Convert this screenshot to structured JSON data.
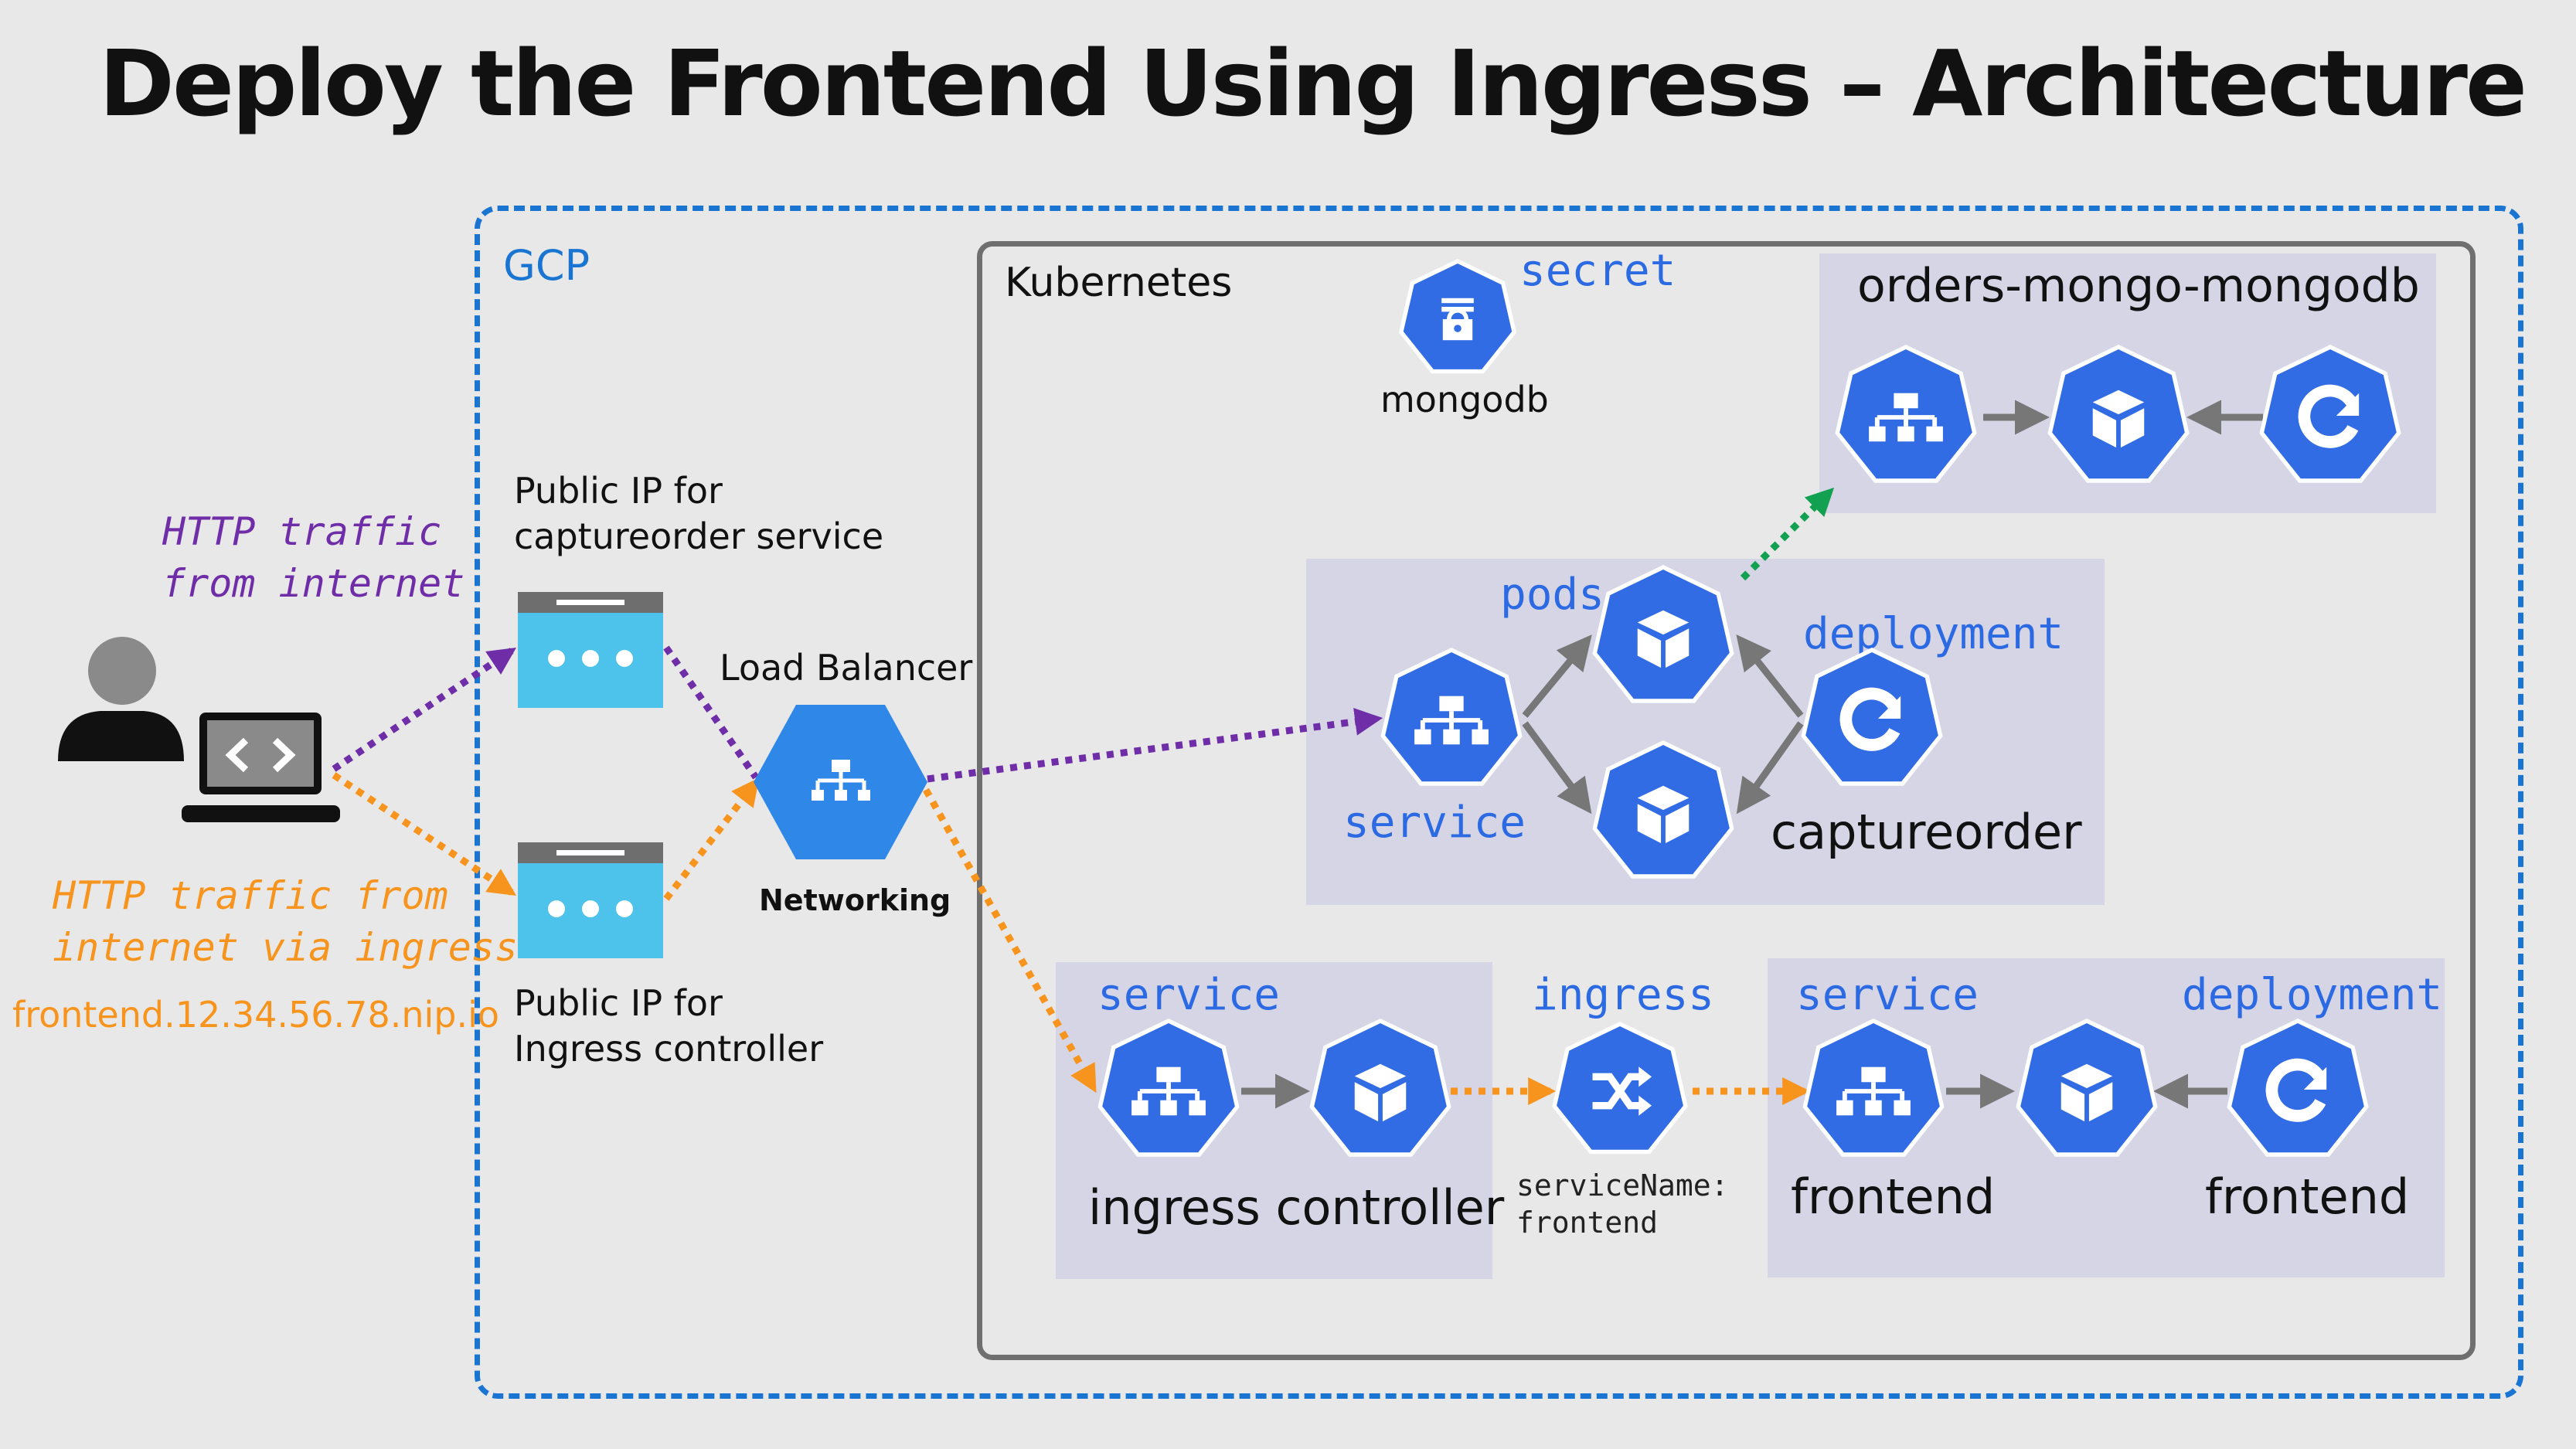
{
  "title": "Deploy the Frontend Using Ingress – Architecture",
  "gcp_label": "GCP",
  "kubernetes_label": "Kubernetes",
  "user": {
    "http_internet": [
      "HTTP traffic",
      "from internet"
    ],
    "http_ingress": [
      "HTTP traffic from",
      "internet via ingress"
    ],
    "host": "frontend.12.34.56.78.nip.io"
  },
  "public_ip_captureorder": [
    "Public IP for",
    "captureorder service"
  ],
  "public_ip_ingress": [
    "Public IP for",
    "Ingress controller"
  ],
  "load_balancer": {
    "label": "Load Balancer",
    "caption": "Networking"
  },
  "secret": {
    "kind": "secret",
    "name": "mongodb"
  },
  "mongo": {
    "title": "orders-mongo-mongodb"
  },
  "captureorder": {
    "pods_label": "pods",
    "deployment_label": "deployment",
    "service_label": "service",
    "name": "captureorder"
  },
  "ingress_controller": {
    "service_label": "service",
    "name": "ingress controller"
  },
  "ingress": {
    "label": "ingress",
    "service_name_line1": "serviceName:",
    "service_name_line2": "frontend"
  },
  "frontend": {
    "service_label": "service",
    "deployment_label": "deployment",
    "service_name": "frontend",
    "deployment_name": "frontend"
  },
  "colors": {
    "gcp_blue": "#1a75d2",
    "k8s_blue": "#326ce5",
    "purple": "#6f2da8",
    "orange": "#f7941d",
    "green": "#12a150",
    "label_blue": "#2c6ae3",
    "panel": "#d5d5e6"
  }
}
